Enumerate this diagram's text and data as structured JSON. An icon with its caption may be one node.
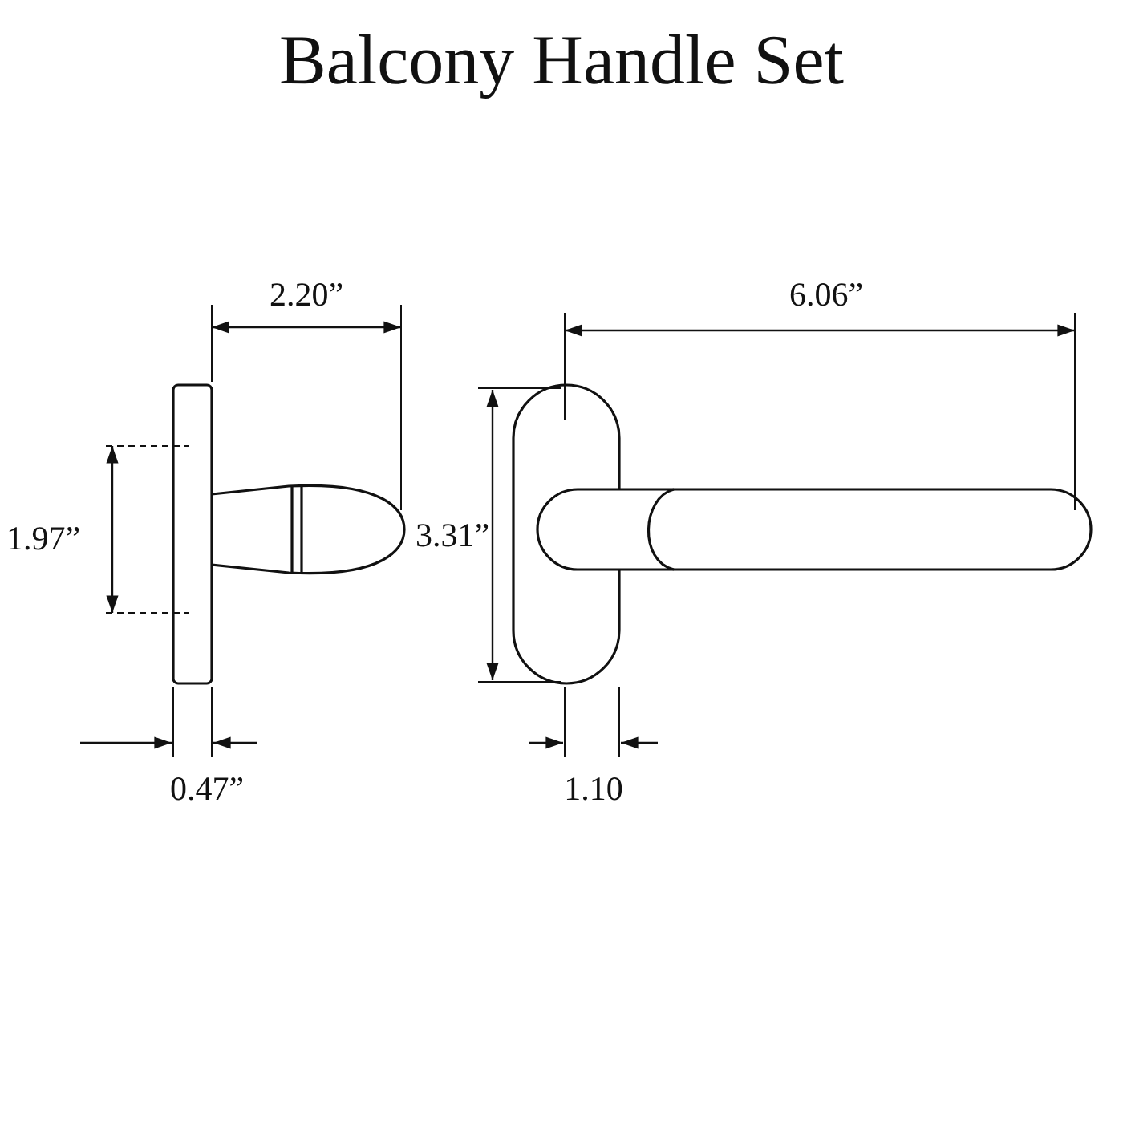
{
  "diagram": {
    "title": "Balcony Handle Set",
    "labels": [
      "2.20”",
      "6.06”",
      "1.97”",
      "3.31”",
      "0.47”",
      "1.10"
    ]
  }
}
